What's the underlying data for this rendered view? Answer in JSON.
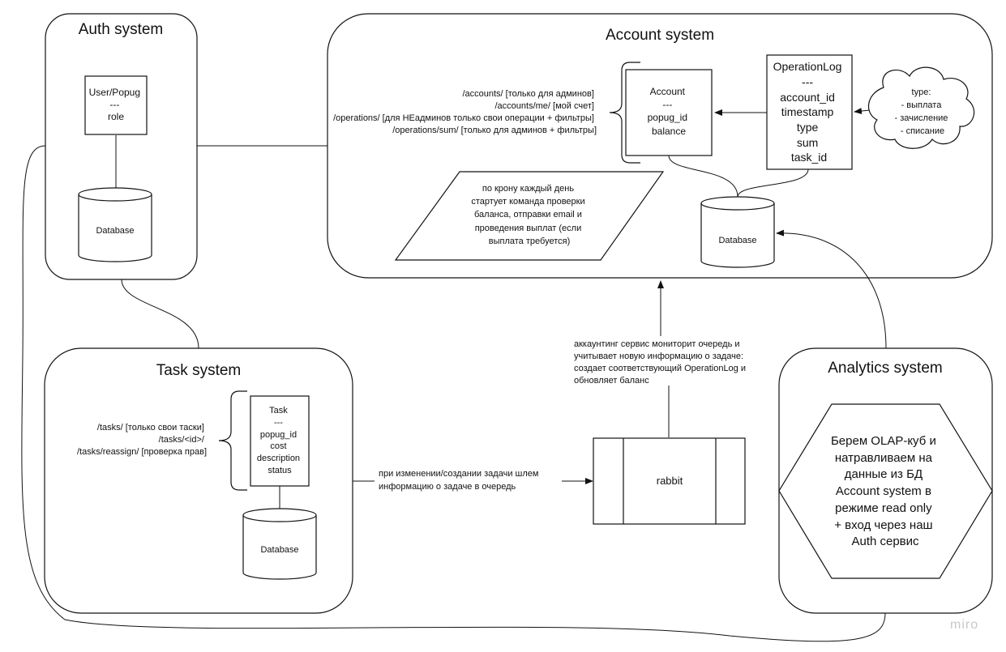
{
  "auth": {
    "title": "Auth system",
    "user_lines": [
      "User/Popug",
      "---",
      "role"
    ],
    "db_label": "Database"
  },
  "account": {
    "title": "Account system",
    "entity_lines": [
      "Account",
      "---",
      "popug_id",
      "balance"
    ],
    "oplog_lines": [
      "OperationLog",
      "---",
      "account_id",
      "timestamp",
      "type",
      "sum",
      "task_id"
    ],
    "cloud_lines": [
      "type:",
      "- выплата",
      "- зачисление",
      "- списание"
    ],
    "endpoints": [
      "/accounts/ [только для админов]",
      "/accounts/me/ [мой счет]",
      "/operations/ [для НЕадминов только свои операции + фильтры]",
      "/operations/sum/ [только для админов + фильтры]"
    ],
    "cron_lines": [
      "по крону каждый день",
      "стартует команда проверки",
      "баланса, отправки email и",
      "проведения выплат (если",
      "выплата требуется)"
    ],
    "db_label": "Database"
  },
  "task": {
    "title": "Task system",
    "entity_lines": [
      "Task",
      "---",
      "popug_id",
      "cost",
      "description",
      "status"
    ],
    "endpoints": [
      "/tasks/  [только свои таски]",
      "/tasks/<id>/",
      "/tasks/reassign/ [проверка прав]"
    ],
    "db_label": "Database"
  },
  "analytics": {
    "title": "Analytics system",
    "hex_lines": [
      "Берем OLAP-куб и",
      "натравливаем на",
      "данные из БД",
      "Account system в",
      "режиме read only",
      "+ вход через наш",
      "Auth сервис"
    ]
  },
  "rabbit": {
    "label": "rabbit"
  },
  "notes": {
    "task_to_rabbit": [
      "при изменении/создании задачи шлем",
      "информацию о задаче в очередь"
    ],
    "rabbit_to_account": [
      "аккаунтинг сервис мониторит очередь и",
      "учитывает новую информацию о задаче:",
      "создает соответствующий OperationLog и",
      "обновляет баланс"
    ]
  },
  "watermark": "miro"
}
